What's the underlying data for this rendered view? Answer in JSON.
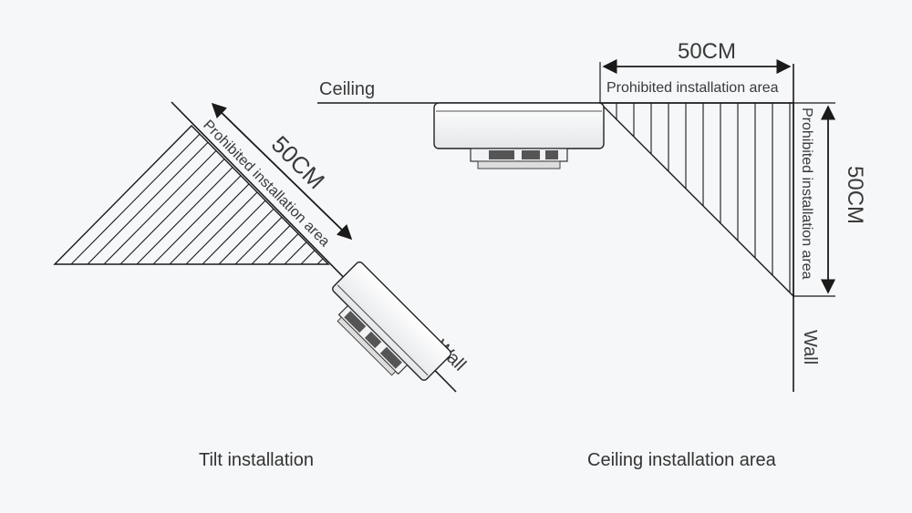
{
  "left_figure": {
    "dimension": "50CM",
    "zone_label": "Prohibited installation area",
    "wall_label": "Wall",
    "caption": "Tilt installation"
  },
  "right_figure": {
    "ceiling_label": "Ceiling",
    "top_dimension": "50CM",
    "top_zone_label": "Prohibited installation area",
    "side_dimension": "50CM",
    "side_zone_label": "Prohibited installation area",
    "wall_label": "Wall",
    "caption": "Ceiling installation area"
  },
  "colors": {
    "line": "#2b2b2b",
    "background": "#f6f7f9"
  }
}
